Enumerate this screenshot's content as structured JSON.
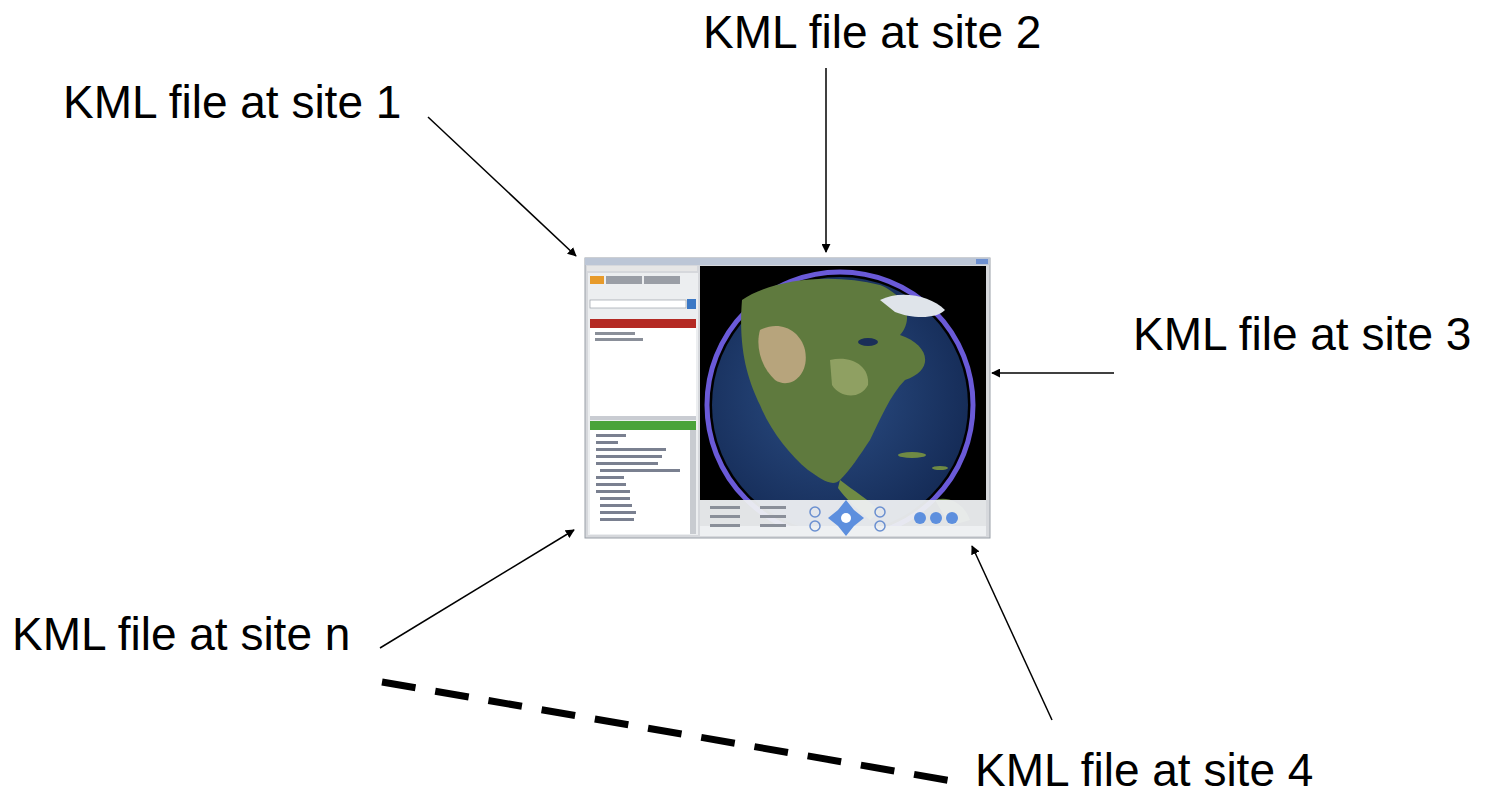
{
  "diagram": {
    "labels": [
      "KML file at site 2",
      "KML file at site 1",
      "KML file at site 3",
      "KML file at site n",
      "KML file at site 4"
    ]
  }
}
